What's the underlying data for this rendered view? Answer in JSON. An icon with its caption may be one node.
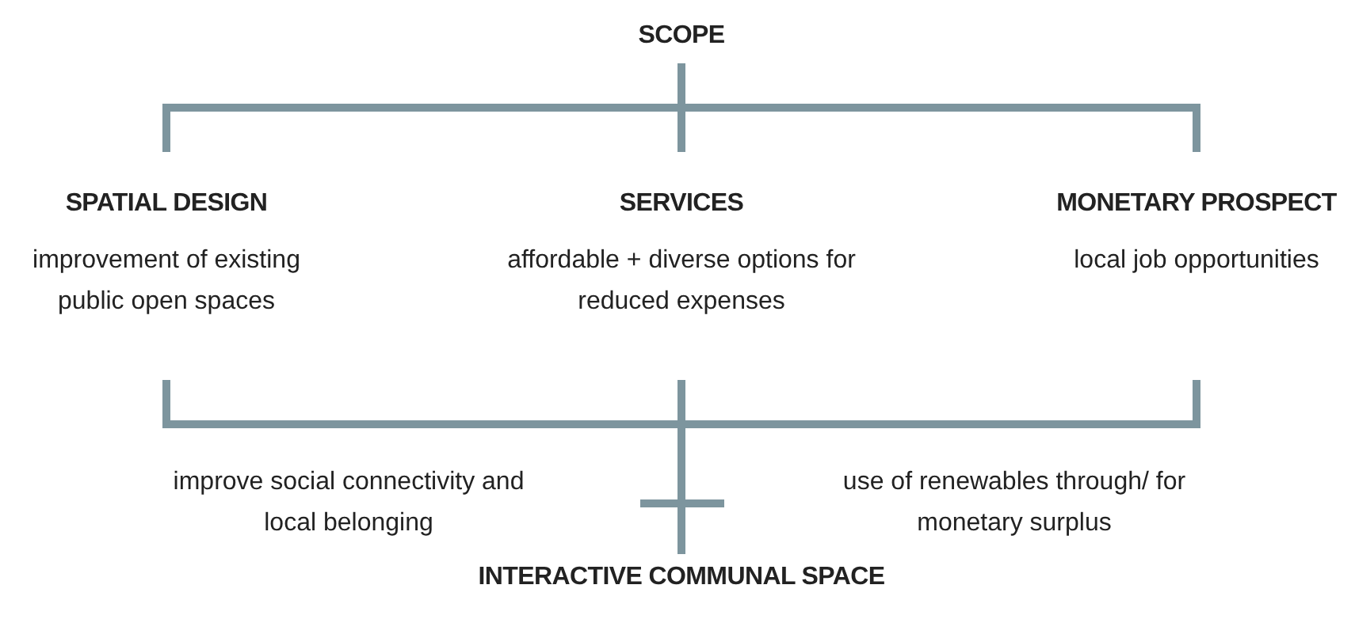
{
  "diagram": {
    "nodes": [
      {
        "text": [
          "SCOPE"
        ]
      },
      {
        "text": [
          "SPATIAL DESIGN",
          "improvement of existing public open spaces"
        ]
      },
      {
        "text": [
          "SERVICES",
          "affordable + diverse options for reduced expenses"
        ]
      },
      {
        "text": [
          "MONETARY PROSPECT",
          "local job opportunities"
        ]
      },
      {
        "text": [
          "INTERACTIVE COMMUNAL SPACE"
        ]
      }
    ],
    "edges": [
      {
        "from": 0,
        "to": 1,
        "arrow": "none"
      },
      {
        "from": 0,
        "to": 2,
        "arrow": "none"
      },
      {
        "from": 0,
        "to": 3,
        "arrow": "none"
      },
      {
        "from": 1,
        "to": 4,
        "arrow": "none"
      },
      {
        "from": 2,
        "to": 4,
        "arrow": "none"
      },
      {
        "from": 3,
        "to": 4,
        "arrow": "none"
      }
    ],
    "labels": [
      "improve social connectivity and local belonging",
      "use of renewables through/ for monetary surplus"
    ]
  }
}
